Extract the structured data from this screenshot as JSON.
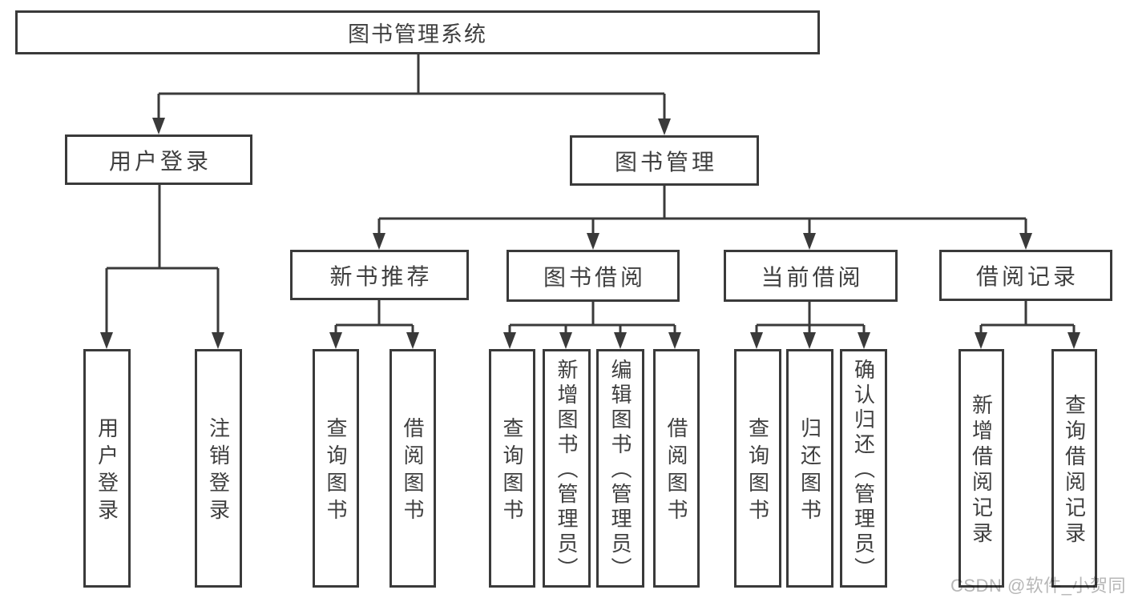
{
  "colors": {
    "line": "#3a3a3a",
    "text": "#3f3f3f",
    "watermark": "#b7b7b7",
    "bg": "#ffffff"
  },
  "watermark": "CSDN @软件_小贺同学",
  "tree": {
    "root": "图书管理系统",
    "children": [
      {
        "label": "用户登录",
        "children": [
          "用户登录",
          "注销登录"
        ]
      },
      {
        "label": "图书管理",
        "children": [
          {
            "label": "新书推荐",
            "children": [
              "查询图书",
              "借阅图书"
            ]
          },
          {
            "label": "图书借阅",
            "children": [
              "查询图书",
              "新增图书（管理员）",
              "编辑图书（管理员）",
              "借阅图书"
            ]
          },
          {
            "label": "当前借阅",
            "children": [
              "查询图书",
              "归还图书",
              "确认归还（管理员）"
            ]
          },
          {
            "label": "借阅记录",
            "children": [
              "新增借阅记录",
              "查询借阅记录"
            ]
          }
        ]
      }
    ]
  }
}
